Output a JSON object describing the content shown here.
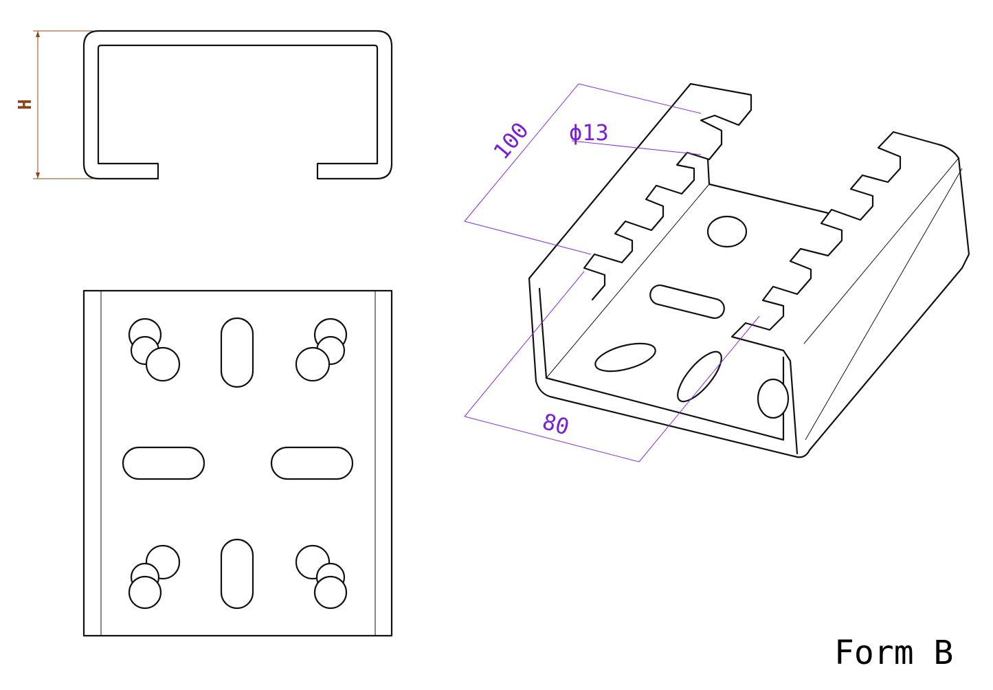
{
  "dimensions": {
    "height_label": "H",
    "length_label": "100",
    "hole_label": "ϕ13",
    "width_label": "80"
  },
  "caption": "Form B",
  "colors": {
    "dimension": "#7b1fd6",
    "height_dimension": "#8b4513",
    "line": "#111111"
  }
}
